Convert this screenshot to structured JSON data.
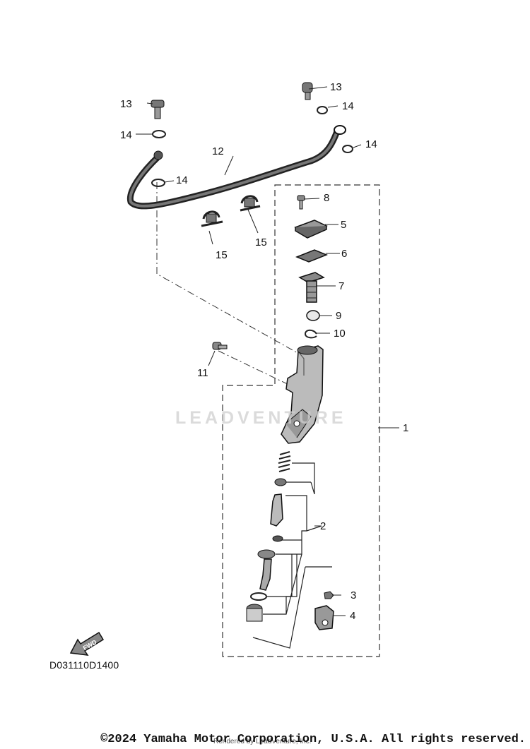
{
  "diagram": {
    "callouts": {
      "c1": "1",
      "c2": "2",
      "c3": "3",
      "c4": "4",
      "c5": "5",
      "c6": "6",
      "c7": "7",
      "c8": "8",
      "c9": "9",
      "c10": "10",
      "c11": "11",
      "c12": "12",
      "c13a": "13",
      "c13b": "13",
      "c14a": "14",
      "c14b": "14",
      "c14c": "14",
      "c14d": "14",
      "c15a": "15",
      "c15b": "15"
    },
    "fwd_badge": "FWD",
    "diagram_code": "D031110D1400",
    "watermark": "LEADVENTURE"
  },
  "footer": {
    "copyright": "©2024 Yamaha Motor Corporation, U.S.A. All rights reserved.",
    "rendered_by": "Rendered by LeadVenture, Inc."
  }
}
